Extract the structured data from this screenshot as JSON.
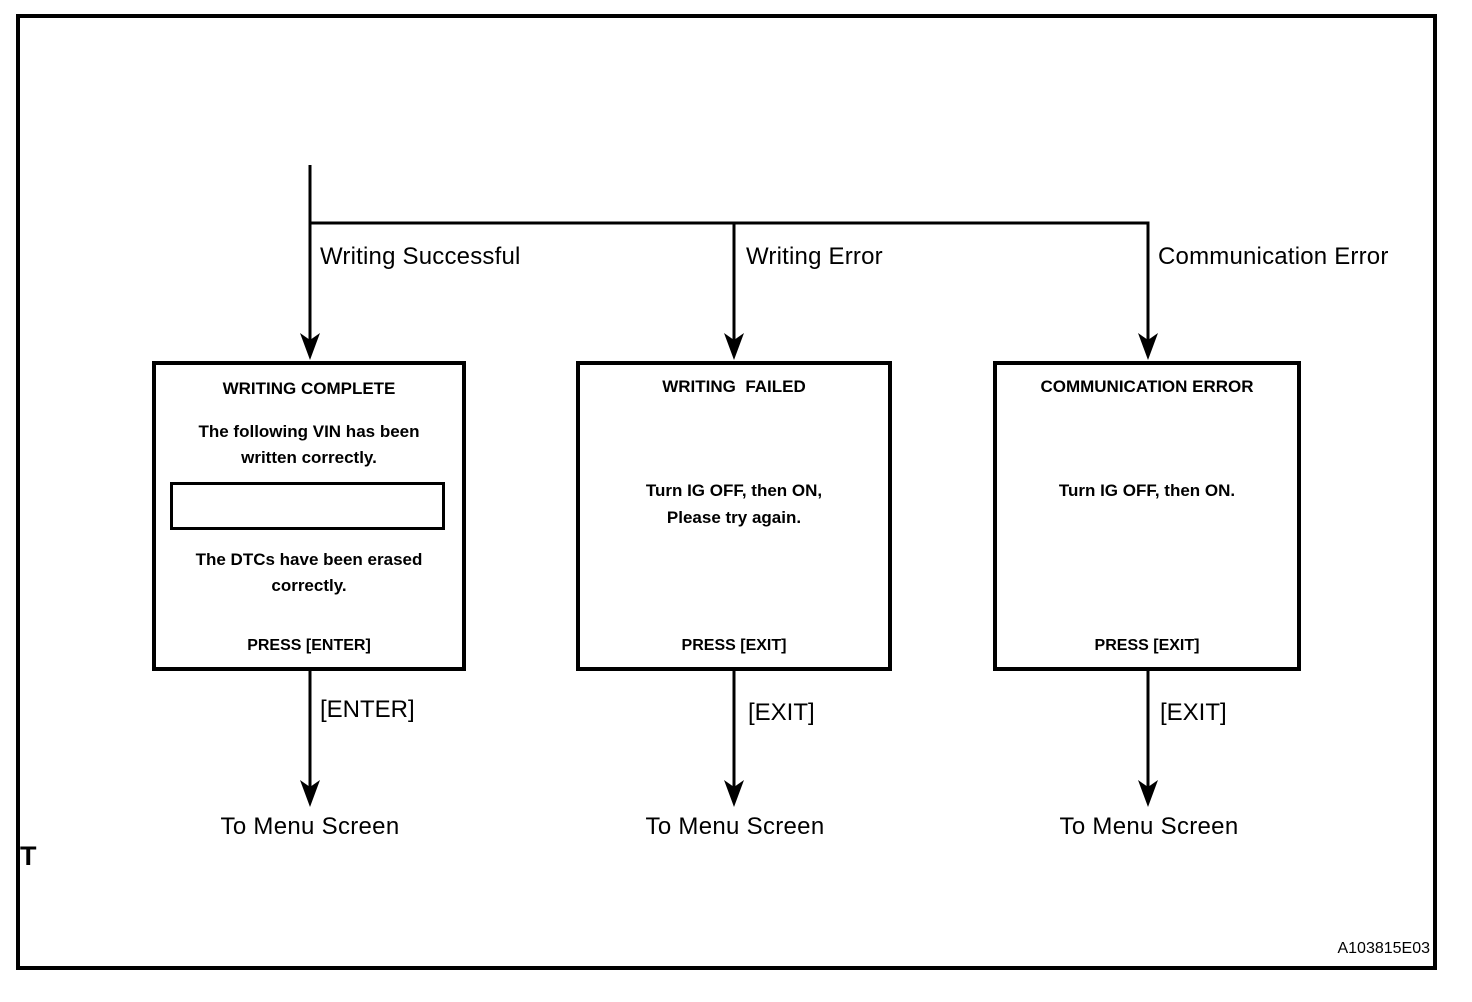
{
  "figure": {
    "code": "A103815E03",
    "corner_marker": "T"
  },
  "branches": [
    {
      "condition": "Writing Successful",
      "key_label": "[ENTER]",
      "destination": "To Menu Screen",
      "screen": {
        "title": "WRITING COMPLETE",
        "message1_line1": "The following VIN has been",
        "message1_line2": "written correctly.",
        "vin_field_value": "",
        "message2_line1": "The DTCs have been erased",
        "message2_line2": "correctly.",
        "footer": "PRESS [ENTER]"
      }
    },
    {
      "condition": "Writing Error",
      "key_label": "[EXIT]",
      "destination": "To Menu Screen",
      "screen": {
        "title": "WRITING  FAILED",
        "message1_line1": "Turn IG OFF, then ON,",
        "message1_line2": "Please try again.",
        "footer": "PRESS [EXIT]"
      }
    },
    {
      "condition": "Communication Error",
      "key_label": "[EXIT]",
      "destination": "To Menu Screen",
      "screen": {
        "title": "COMMUNICATION ERROR",
        "message1_line1": "Turn IG OFF, then ON.",
        "footer": "PRESS [EXIT]"
      }
    }
  ],
  "colors": {
    "line": "#000000",
    "background": "#ffffff"
  }
}
